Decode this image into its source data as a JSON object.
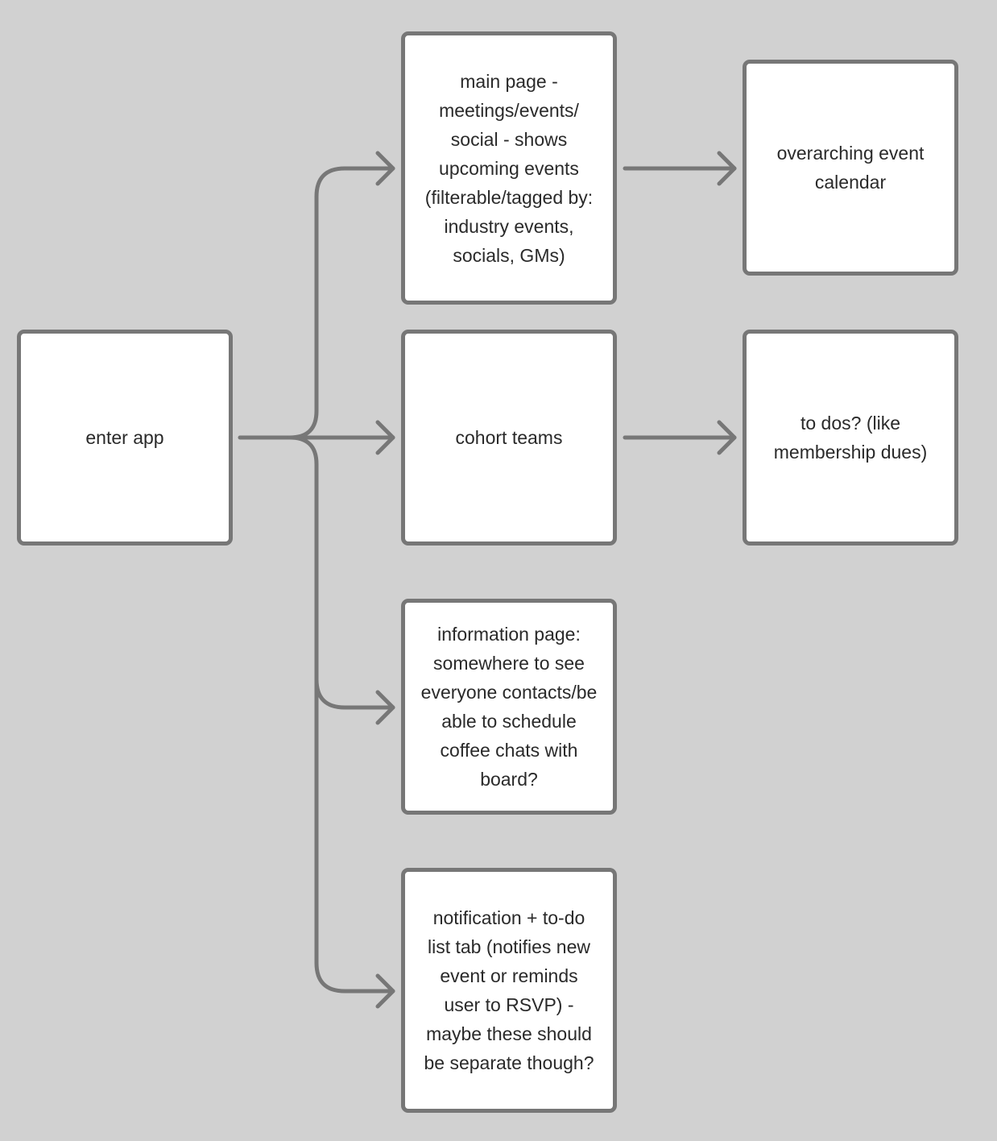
{
  "diagram": {
    "line_color": "#777777",
    "box_fill": "#ffffff",
    "background": "#d1d1d1",
    "nodes": {
      "enter_app": "enter app",
      "main_page": "main page - meetings/events/ social - shows upcoming events (filterable/tagged by: industry events, socials, GMs)",
      "overarching_calendar": "overarching event calendar",
      "cohort_teams": "cohort teams",
      "to_dos": "to dos? (like membership dues)",
      "information_page": "information page: somewhere to see everyone contacts/be able to schedule coffee chats with board?",
      "notification_tab": "notification + to-do list tab (notifies new event or reminds user to RSVP) - maybe these should be separate though?"
    },
    "edges": [
      {
        "from": "enter_app",
        "to": "main_page"
      },
      {
        "from": "enter_app",
        "to": "cohort_teams"
      },
      {
        "from": "enter_app",
        "to": "information_page"
      },
      {
        "from": "enter_app",
        "to": "notification_tab"
      },
      {
        "from": "main_page",
        "to": "overarching_calendar"
      },
      {
        "from": "cohort_teams",
        "to": "to_dos"
      }
    ]
  }
}
